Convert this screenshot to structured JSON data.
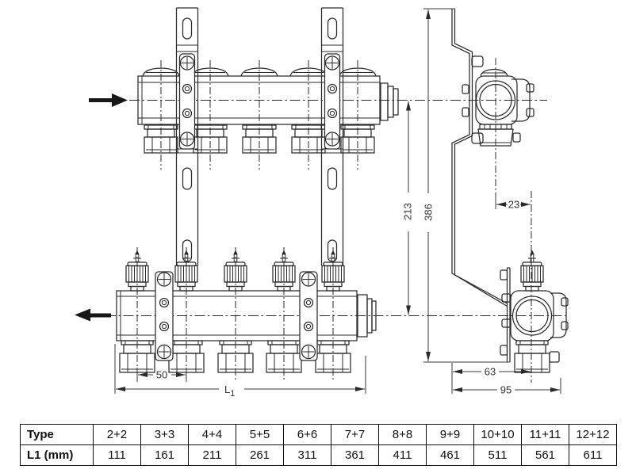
{
  "drawing": {
    "dimensions": {
      "spacing_50": "50",
      "l1_prefix": "L",
      "l1_subscript": "1",
      "height_213": "213",
      "height_386": "386",
      "offset_23": "23",
      "depth_63": "63",
      "depth_95": "95"
    },
    "colors": {
      "line": "#2a2a2a",
      "dim_text": "#333333",
      "flow_arrow": "#171717"
    }
  },
  "table": {
    "rows": [
      {
        "cells": [
          "Type",
          "2+2",
          "3+3",
          "4+4",
          "5+5",
          "6+6",
          "7+7",
          "8+8",
          "9+9",
          "10+10",
          "11+11",
          "12+12"
        ]
      },
      {
        "cells": [
          "L1 (mm)",
          "111",
          "161",
          "211",
          "261",
          "311",
          "361",
          "411",
          "461",
          "511",
          "561",
          "611"
        ]
      }
    ]
  }
}
